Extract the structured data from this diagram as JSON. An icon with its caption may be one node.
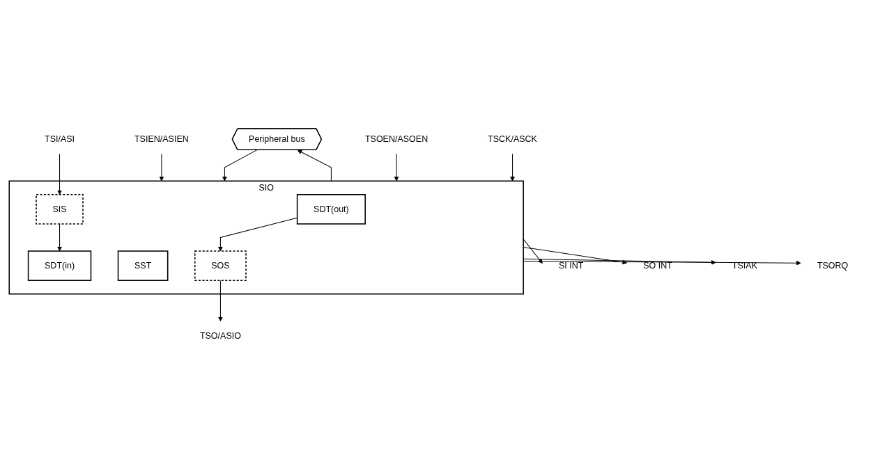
{
  "diagram": {
    "nodes": [
      {
        "text": [
          "Peripheral bus"
        ]
      },
      {
        "text": [
          "SI INT"
        ]
      },
      {
        "text": [
          "SO INT"
        ]
      },
      {
        "text": [
          "SIO"
        ]
      },
      {
        "text": [
          "SDT(out)"
        ],
        "in": 3
      },
      {
        "text": [
          "SDT(in)"
        ],
        "in": 3
      },
      {
        "text": [
          "SST"
        ],
        "in": 3
      },
      {
        "text": [
          "SOS"
        ],
        "in": 3
      },
      {
        "text": [
          "SIS"
        ],
        "in": 3
      },
      {
        "text": [
          "TSO/ASIO"
        ]
      },
      {
        "text": [
          "TSI/ASI"
        ]
      },
      {
        "text": [
          "TSIEN/ASIEN"
        ]
      },
      {
        "text": [
          "TSIAK"
        ]
      },
      {
        "text": [
          "TSOEN/ASOEN"
        ]
      },
      {
        "text": [
          "TSORQ"
        ]
      },
      {
        "text": [
          "TSCK/ASCK"
        ]
      }
    ],
    "edges": [
      {
        "from": 3,
        "to": 0,
        "arrow": "to"
      },
      {
        "from": 0,
        "to": 3,
        "arrow": "to"
      },
      {
        "from": 3,
        "to": 1,
        "arrow": "to"
      },
      {
        "from": 3,
        "to": 2,
        "arrow": "to"
      },
      {
        "from": 4,
        "to": 7,
        "arrow": "to"
      },
      {
        "from": 8,
        "to": 5,
        "arrow": "to"
      },
      {
        "from": 7,
        "to": 9,
        "arrow": "to"
      },
      {
        "from": 10,
        "to": 8,
        "arrow": "to"
      },
      {
        "from": 11,
        "to": 3,
        "arrow": "to"
      },
      {
        "from": 3,
        "to": 12,
        "arrow": "to"
      },
      {
        "from": 13,
        "to": 3,
        "arrow": "to"
      },
      {
        "from": 3,
        "to": 14,
        "arrow": "to"
      },
      {
        "from": 15,
        "to": 3,
        "arrow": "to"
      }
    ]
  }
}
